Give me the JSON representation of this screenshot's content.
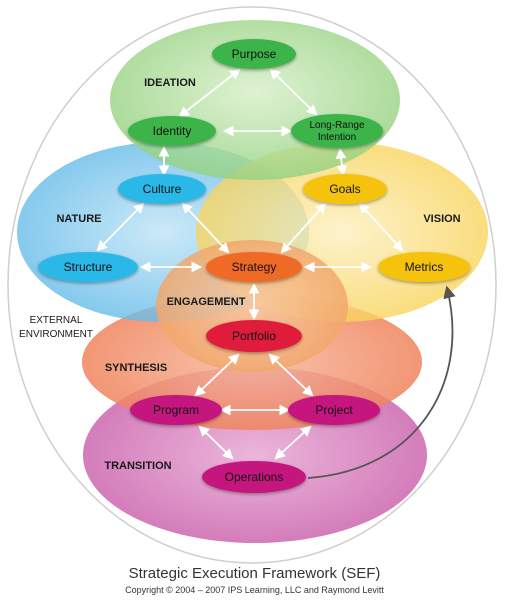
{
  "colors": {
    "ideation": "#8fcf7a",
    "nature": "#55b4e6",
    "vision": "#f7cf4a",
    "engagement": "#f4a46a",
    "synthesis": "#ef7a54",
    "transition": "#cf6fb4",
    "node_green": "#3cb44a",
    "node_cyan": "#2cb8e8",
    "node_yellow": "#f5c20a",
    "node_orange": "#ef6a26",
    "node_red": "#e01c3e",
    "node_magenta": "#c4147e"
  },
  "regions": {
    "ideation": "IDEATION",
    "nature": "NATURE",
    "vision": "VISION",
    "engagement": "ENGAGEMENT",
    "synthesis": "SYNTHESIS",
    "transition": "TRANSITION",
    "external_line1": "EXTERNAL",
    "external_line2": "ENVIRONMENT"
  },
  "nodes": {
    "purpose": "Purpose",
    "identity": "Identity",
    "long_range_line1": "Long-Range",
    "long_range_line2": "Intention",
    "culture": "Culture",
    "goals": "Goals",
    "structure": "Structure",
    "strategy": "Strategy",
    "metrics": "Metrics",
    "portfolio": "Portfolio",
    "program": "Program",
    "project": "Project",
    "operations": "Operations"
  },
  "caption": {
    "title": "Strategic Execution Framework (SEF)",
    "copyright": "Copyright © 2004 – 2007 IPS Learning, LLC and Raymond Levitt"
  }
}
